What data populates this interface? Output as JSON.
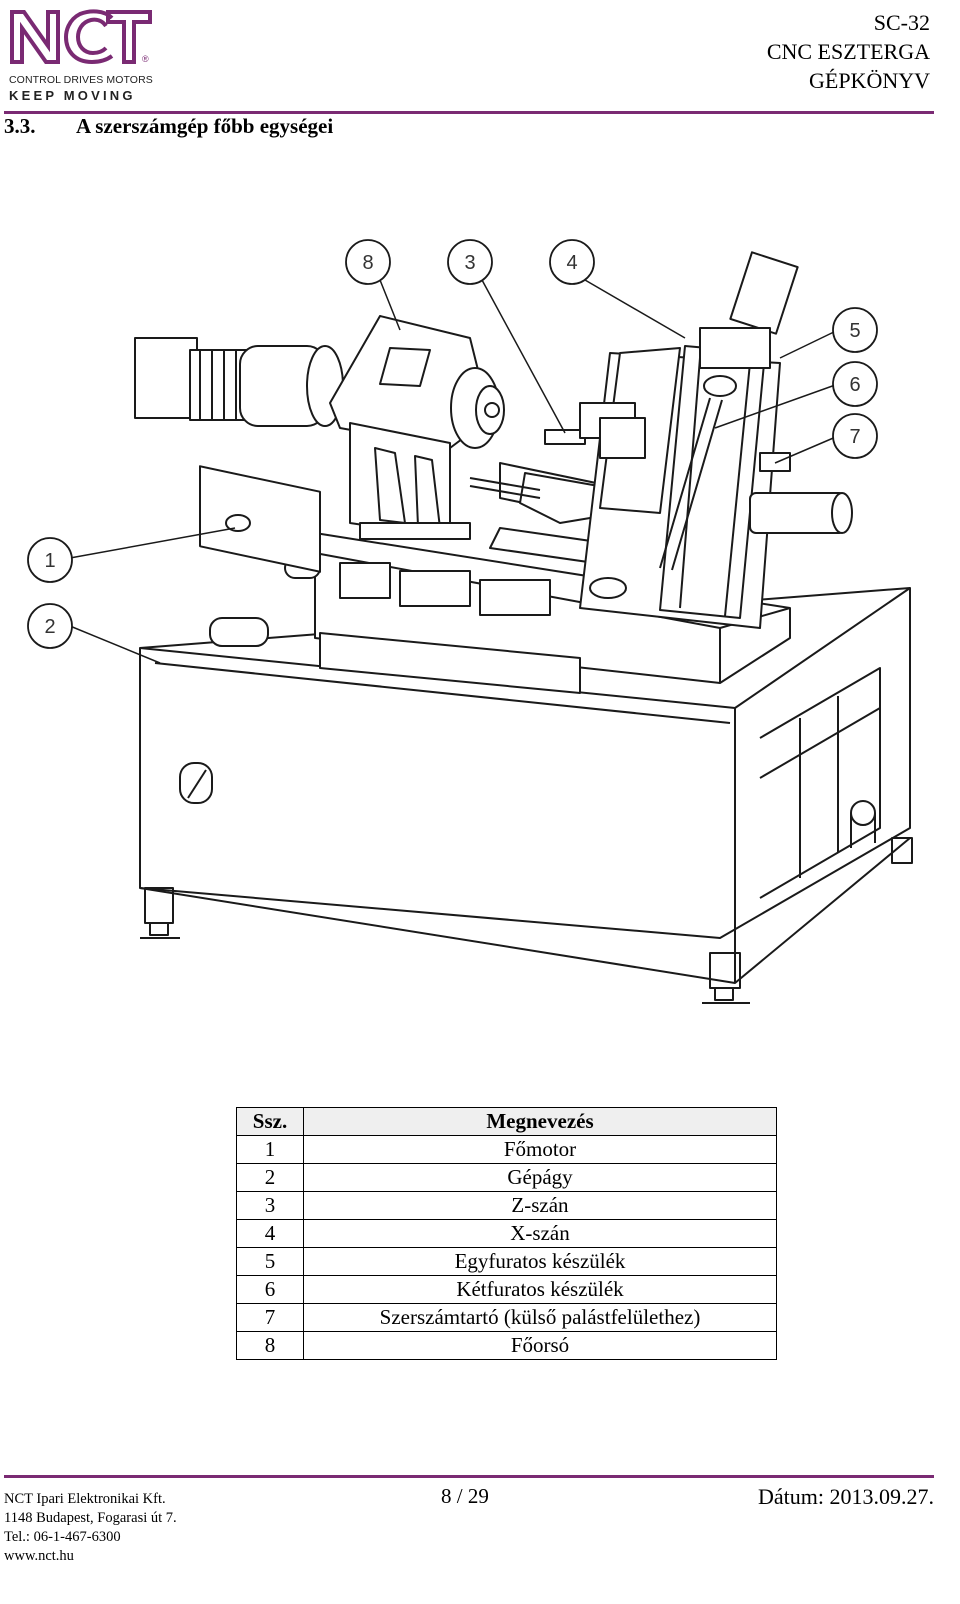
{
  "header": {
    "logo": {
      "wordmark": "NCT",
      "registered": "®",
      "tagline1": "CONTROL  DRIVES  MOTORS",
      "tagline2": "KEEP MOVING"
    },
    "model": "SC-32",
    "machine": "CNC ESZTERGA",
    "doc_type": "GÉPKÖNYV",
    "accent_color": "#7a2a73"
  },
  "section": {
    "number": "3.3.",
    "title": "A szerszámgép főbb egységei"
  },
  "figure": {
    "callouts": [
      "1",
      "2",
      "3",
      "4",
      "5",
      "6",
      "7",
      "8"
    ]
  },
  "table": {
    "headers": {
      "num": "Ssz.",
      "name": "Megnevezés"
    },
    "rows": [
      {
        "num": "1",
        "name": "Főmotor"
      },
      {
        "num": "2",
        "name": "Gépágy"
      },
      {
        "num": "3",
        "name": "Z-szán"
      },
      {
        "num": "4",
        "name": "X-szán"
      },
      {
        "num": "5",
        "name": "Egyfuratos készülék"
      },
      {
        "num": "6",
        "name": "Kétfuratos készülék"
      },
      {
        "num": "7",
        "name": "Szerszámtartó (külső palástfelülethez)"
      },
      {
        "num": "8",
        "name": "Főorsó"
      }
    ]
  },
  "footer": {
    "company": "NCT Ipari Elektronikai Kft.",
    "address": "1148 Budapest, Fogarasi út 7.",
    "phone": "Tel.: 06-1-467-6300",
    "web": "www.nct.hu",
    "page": "8 / 29",
    "date": "Dátum: 2013.09.27."
  }
}
